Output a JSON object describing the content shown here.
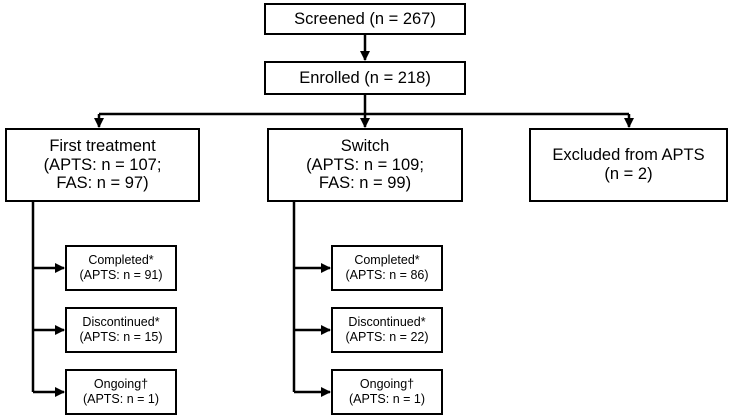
{
  "screened": {
    "label": "Screened (n = 267)"
  },
  "enrolled": {
    "label": "Enrolled (n = 218)"
  },
  "first_treatment": {
    "title": "First treatment",
    "line1": "(APTS: n = 107;",
    "line2": "FAS: n = 97)"
  },
  "switch": {
    "title": "Switch",
    "line1": "(APTS: n = 109;",
    "line2": "FAS: n = 99)"
  },
  "excluded": {
    "title": "Excluded from APTS",
    "line1": "(n = 2)"
  },
  "first_treatment_outcomes": {
    "completed": {
      "title": "Completed*",
      "count": "(APTS: n = 91)"
    },
    "discontinued": {
      "title": "Discontinued*",
      "count": "(APTS: n = 15)"
    },
    "ongoing": {
      "title": "Ongoing†",
      "count": "(APTS: n = 1)"
    }
  },
  "switch_outcomes": {
    "completed": {
      "title": "Completed*",
      "count": "(APTS: n = 86)"
    },
    "discontinued": {
      "title": "Discontinued*",
      "count": "(APTS: n = 22)"
    },
    "ongoing": {
      "title": "Ongoing†",
      "count": "(APTS: n = 1)"
    }
  }
}
